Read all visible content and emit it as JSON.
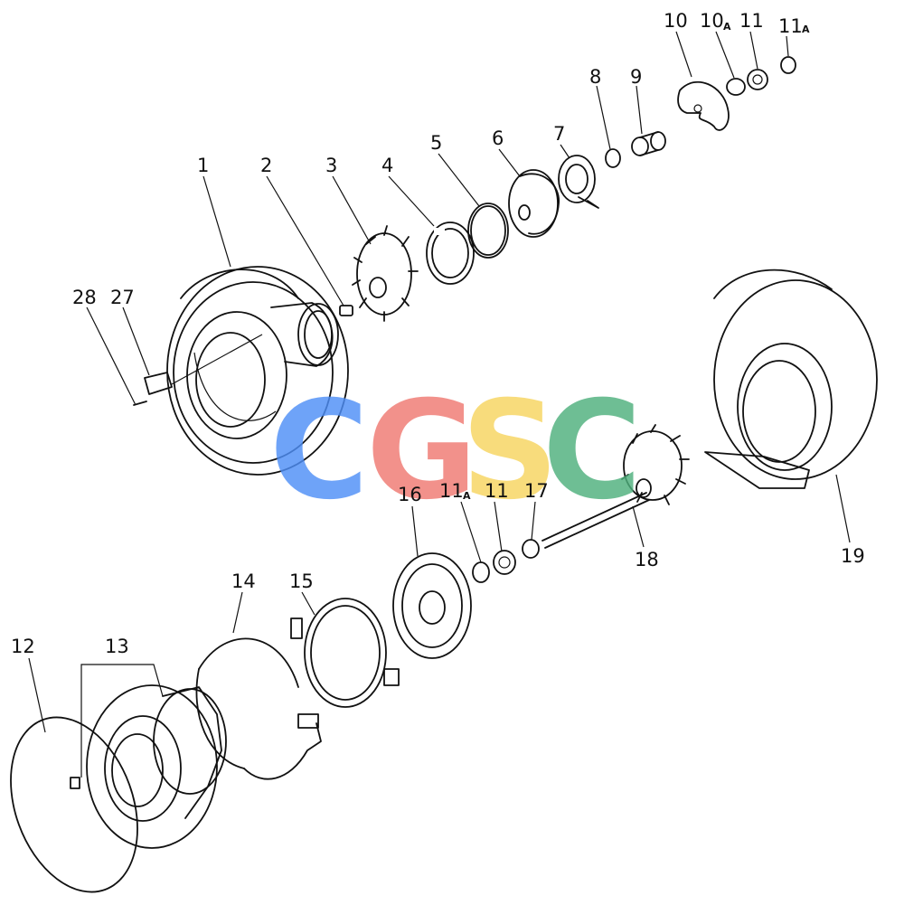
{
  "diagram": {
    "callouts": [
      {
        "id": "1",
        "sub": ""
      },
      {
        "id": "2",
        "sub": ""
      },
      {
        "id": "3",
        "sub": ""
      },
      {
        "id": "4",
        "sub": ""
      },
      {
        "id": "5",
        "sub": ""
      },
      {
        "id": "6",
        "sub": ""
      },
      {
        "id": "7",
        "sub": ""
      },
      {
        "id": "8",
        "sub": ""
      },
      {
        "id": "9",
        "sub": ""
      },
      {
        "id": "10",
        "sub": ""
      },
      {
        "id": "10",
        "sub": "A"
      },
      {
        "id": "11",
        "sub": ""
      },
      {
        "id": "11",
        "sub": "A"
      },
      {
        "id": "12",
        "sub": ""
      },
      {
        "id": "13",
        "sub": ""
      },
      {
        "id": "14",
        "sub": ""
      },
      {
        "id": "15",
        "sub": ""
      },
      {
        "id": "16",
        "sub": ""
      },
      {
        "id": "11",
        "sub": "A"
      },
      {
        "id": "11",
        "sub": ""
      },
      {
        "id": "17",
        "sub": ""
      },
      {
        "id": "18",
        "sub": ""
      },
      {
        "id": "19",
        "sub": ""
      },
      {
        "id": "27",
        "sub": ""
      },
      {
        "id": "28",
        "sub": ""
      }
    ]
  },
  "watermark": {
    "letters": [
      "C",
      "G",
      "S",
      "C"
    ],
    "colors": [
      "#4f8ff7",
      "#f07a72",
      "#f7d560",
      "#4fb07d"
    ]
  }
}
